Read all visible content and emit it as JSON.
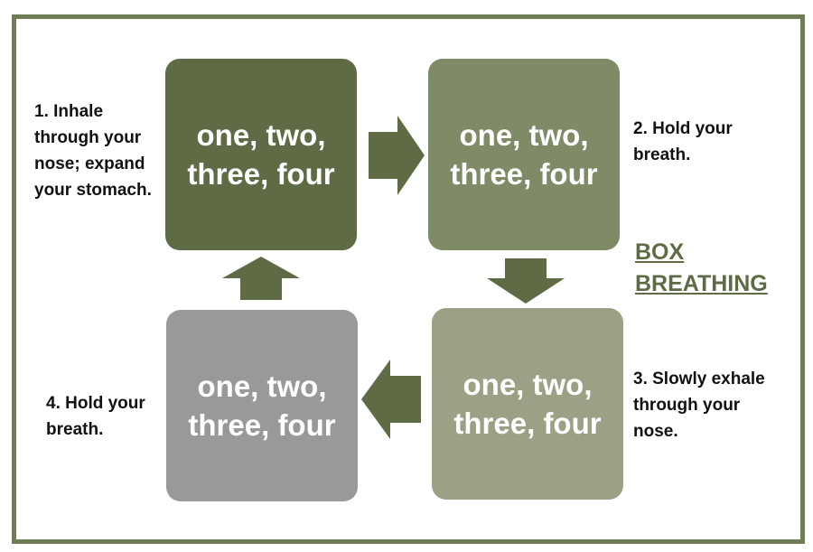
{
  "colors": {
    "frame": "#6e7d56",
    "box_1": "#5f6b44",
    "box_2": "#7f8a67",
    "box_3": "#9aa185",
    "box_4": "#999999",
    "arrow": "#5f6b44",
    "title": "#5f6b44"
  },
  "title": "BOX\nBREATHING",
  "boxes": [
    {
      "text": "one, two, three, four"
    },
    {
      "text": "one, two, three, four"
    },
    {
      "text": "one, two, three, four"
    },
    {
      "text": "one, two, three, four"
    }
  ],
  "steps": [
    {
      "text": "1. Inhale\nthrough your\nnose; expand\nyour stomach."
    },
    {
      "text": "2. Hold your\nbreath."
    },
    {
      "text": "3. Slowly exhale\nthrough your\nnose."
    },
    {
      "text": "4. Hold your\nbreath."
    }
  ]
}
